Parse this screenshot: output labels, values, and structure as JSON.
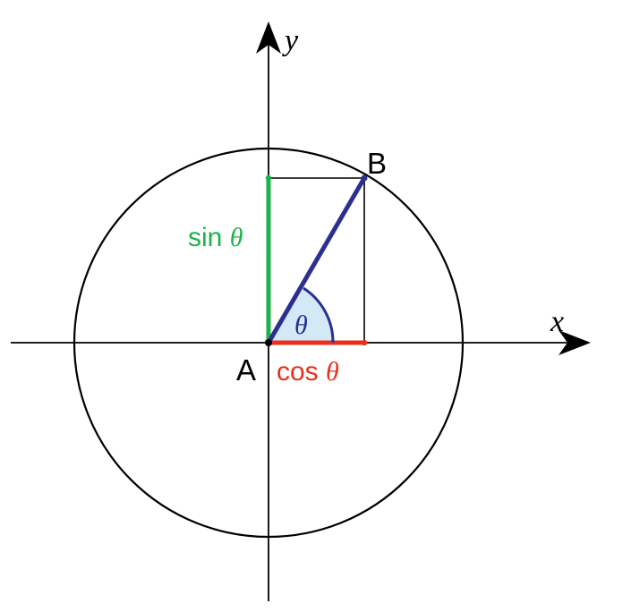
{
  "diagram": {
    "axis_x_label": "x",
    "axis_y_label": "y",
    "point_a": "A",
    "point_b": "B",
    "sin_label": "sin ",
    "cos_label": "cos ",
    "theta_symbol": "θ",
    "angle_label": "θ"
  },
  "colors": {
    "axis": "#000000",
    "circle": "#000000",
    "radius": "#2b2f8f",
    "sin": "#1db34a",
    "cos": "#e8301c",
    "angle_arc": "#2b2f8f",
    "angle_fill": "#d4e9f7",
    "projection": "#000000"
  }
}
